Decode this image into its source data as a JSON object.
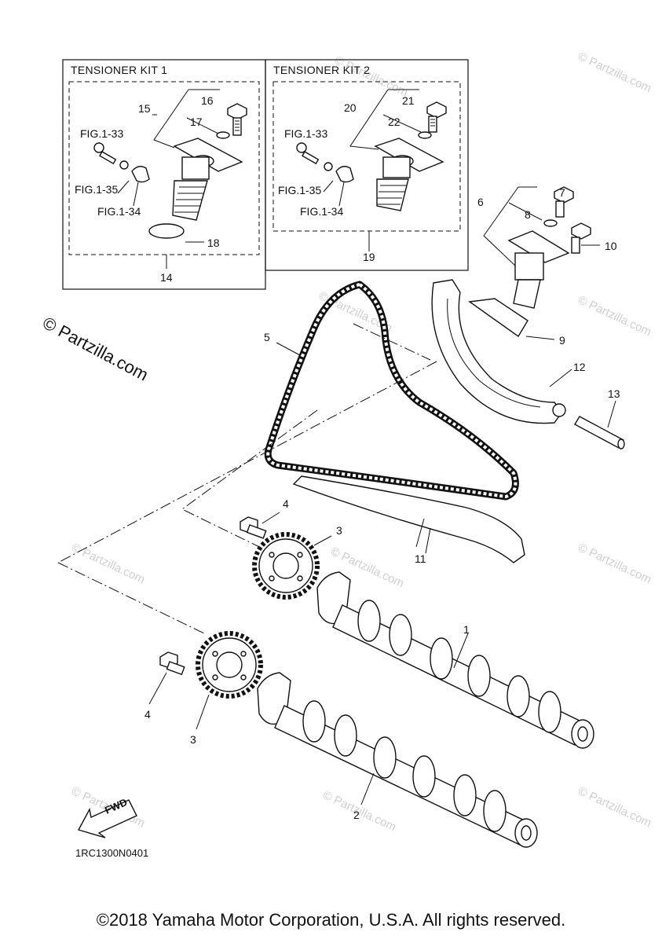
{
  "tensioner_kit_1": {
    "title": "TENSIONER KIT 1",
    "callouts": [
      "16",
      "15",
      "17",
      "FIG.1-33",
      "FIG.1-35",
      "FIG.1-34",
      "18",
      "14"
    ]
  },
  "tensioner_kit_2": {
    "title": "TENSIONER KIT 2",
    "callouts": [
      "21",
      "20",
      "22",
      "FIG.1-33",
      "FIG.1-35",
      "FIG.1-34",
      "19"
    ]
  },
  "callouts": {
    "c1": "1",
    "c2": "2",
    "c3a": "3",
    "c3b": "3",
    "c4a": "4",
    "c4b": "4",
    "c5": "5",
    "c6": "6",
    "c7": "7",
    "c8": "8",
    "c9": "9",
    "c10": "10",
    "c11": "11",
    "c12": "12",
    "c13": "13"
  },
  "fwd_label": "FWD",
  "diagram_code": "1RC1300N0401",
  "watermark_logo": "© Partzilla.com",
  "watermark_text": "© Partzilla.com",
  "copyright": "©2018 Yamaha Motor Corporation, U.S.A. All rights reserved."
}
